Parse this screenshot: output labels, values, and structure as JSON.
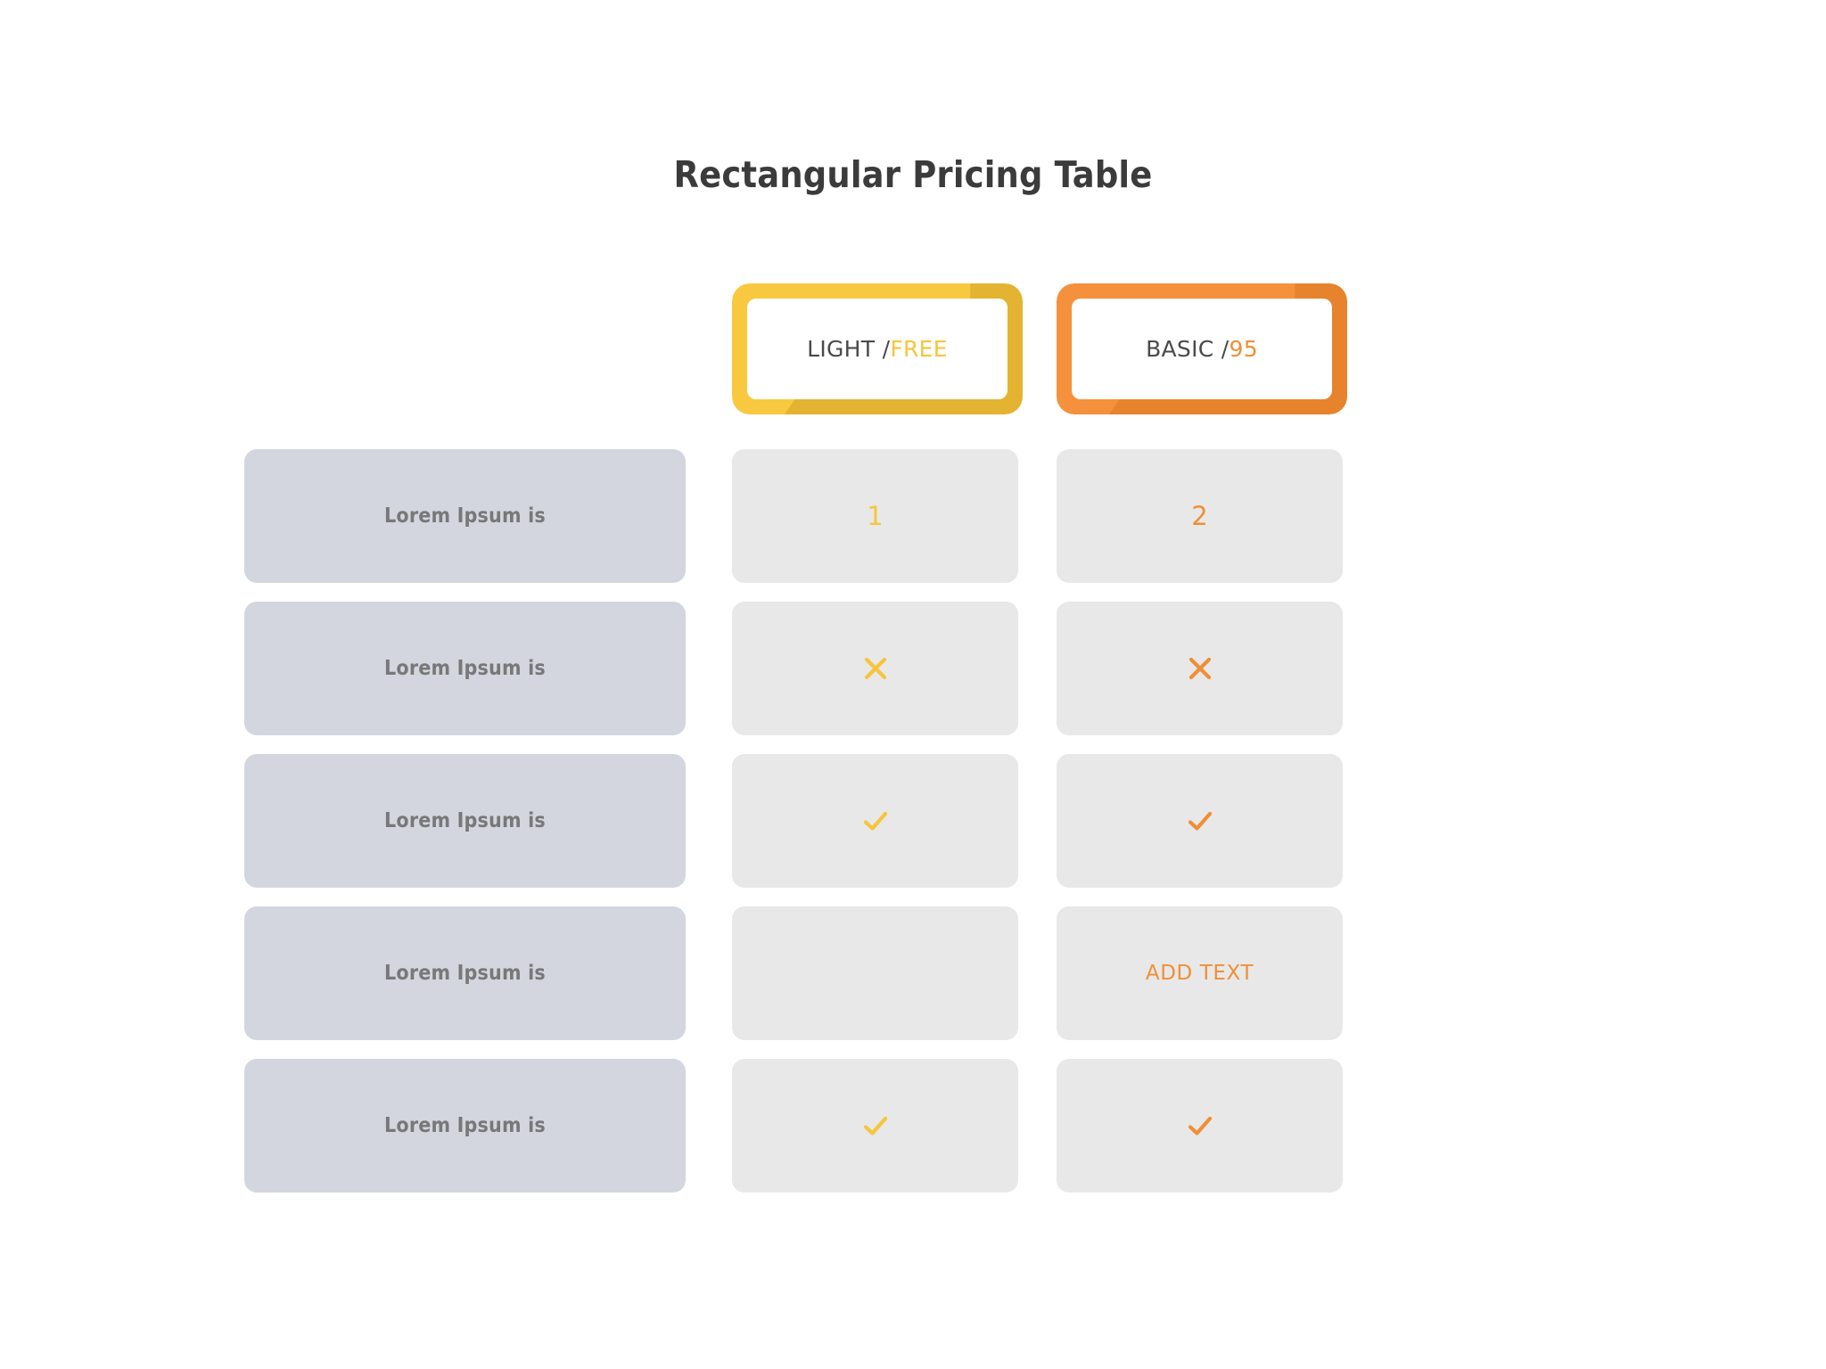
{
  "page": {
    "title": "Rectangular Pricing Table",
    "background": "#ffffff"
  },
  "colors": {
    "yellow": "#f8c93f",
    "yellow_dark": "#d9a62a",
    "orange": "#f5913c",
    "orange_dark": "#df7a23",
    "label_cell_bg": "#d3d6df",
    "value_cell_bg": "#e8e8e8",
    "title_text": "#3b3b3b",
    "label_text": "#787878",
    "plan_text": "#4a4a4a"
  },
  "plans": [
    {
      "id": "light",
      "name": "LIGHT /",
      "price": "FREE",
      "accent": "#f8c93f"
    },
    {
      "id": "basic",
      "name": "BASIC /",
      "price": "95",
      "accent": "#f5913c"
    }
  ],
  "rows": [
    {
      "label": "Lorem Ipsum is",
      "cells": [
        {
          "kind": "number",
          "text": "1",
          "tone": "yellow"
        },
        {
          "kind": "number",
          "text": "2",
          "tone": "orange"
        }
      ]
    },
    {
      "label": "Lorem Ipsum is",
      "cells": [
        {
          "kind": "cross",
          "text": "",
          "tone": "yellow"
        },
        {
          "kind": "cross",
          "text": "",
          "tone": "orange"
        }
      ]
    },
    {
      "label": "Lorem Ipsum is",
      "cells": [
        {
          "kind": "check",
          "text": "",
          "tone": "yellow"
        },
        {
          "kind": "check",
          "text": "",
          "tone": "orange"
        }
      ]
    },
    {
      "label": "Lorem Ipsum is",
      "cells": [
        {
          "kind": "empty",
          "text": "",
          "tone": "yellow"
        },
        {
          "kind": "text",
          "text": "ADD TEXT",
          "tone": "orange"
        }
      ]
    },
    {
      "label": "Lorem Ipsum is",
      "cells": [
        {
          "kind": "check",
          "text": "",
          "tone": "yellow"
        },
        {
          "kind": "check",
          "text": "",
          "tone": "orange"
        }
      ]
    }
  ],
  "icons": {
    "check": "check-icon",
    "cross": "cross-icon"
  }
}
